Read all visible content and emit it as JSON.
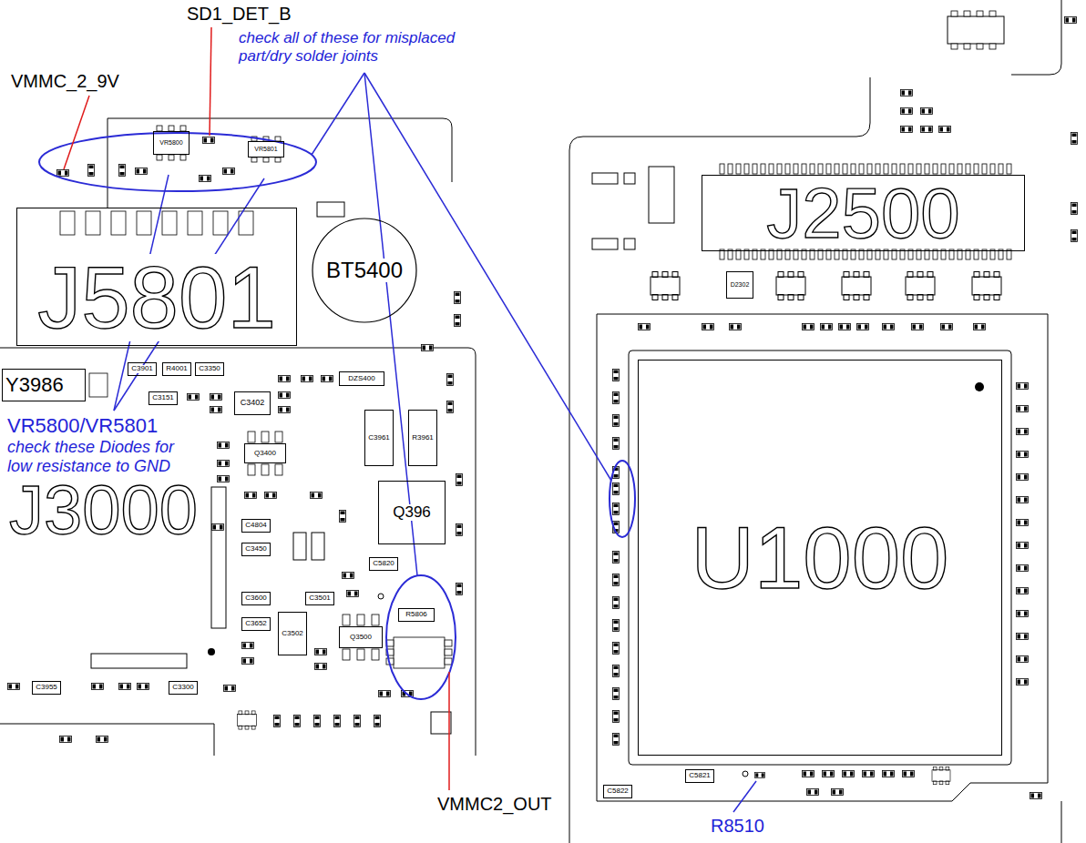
{
  "diagram": {
    "nodes": [
      {
        "text": [
          "VR5800"
        ]
      },
      {
        "text": [
          "VR5801"
        ]
      },
      {
        "text": [
          "J5801"
        ]
      },
      {
        "text": [
          "BT5400"
        ]
      },
      {
        "text": [
          "Y3986"
        ]
      },
      {
        "text": [
          "C3901"
        ]
      },
      {
        "text": [
          "R4001"
        ]
      },
      {
        "text": [
          "C3350"
        ]
      },
      {
        "text": [
          "C3151"
        ]
      },
      {
        "text": [
          "C3402"
        ]
      },
      {
        "text": [
          "DZS400"
        ]
      },
      {
        "text": [
          "C3961"
        ]
      },
      {
        "text": [
          "R3961"
        ]
      },
      {
        "text": [
          "Q3400"
        ]
      },
      {
        "text": [
          "C4804"
        ]
      },
      {
        "text": [
          "C3450"
        ]
      },
      {
        "text": [
          "Q396"
        ]
      },
      {
        "text": [
          "C5820"
        ]
      },
      {
        "text": [
          "R5806"
        ]
      },
      {
        "text": [
          "C3600"
        ]
      },
      {
        "text": [
          "C3501"
        ]
      },
      {
        "text": [
          "C3652"
        ]
      },
      {
        "text": [
          "C3502"
        ]
      },
      {
        "text": [
          "Q3500"
        ]
      },
      {
        "text": [
          "C3955"
        ]
      },
      {
        "text": [
          "C3300"
        ]
      },
      {
        "text": [
          "J2500"
        ]
      },
      {
        "text": [
          "D2302"
        ]
      },
      {
        "text": [
          "U1000"
        ]
      },
      {
        "text": [
          "C5821"
        ]
      },
      {
        "text": [
          "C5822"
        ]
      }
    ],
    "labels": [
      "SD1_DET_B",
      "VMMC_2_9V",
      "check all of these for misplaced part/dry solder joints",
      "VR5800/VR5801",
      "check these Diodes for low resistance to GND",
      "J3000",
      "VMMC2_OUT",
      "R8510"
    ]
  }
}
